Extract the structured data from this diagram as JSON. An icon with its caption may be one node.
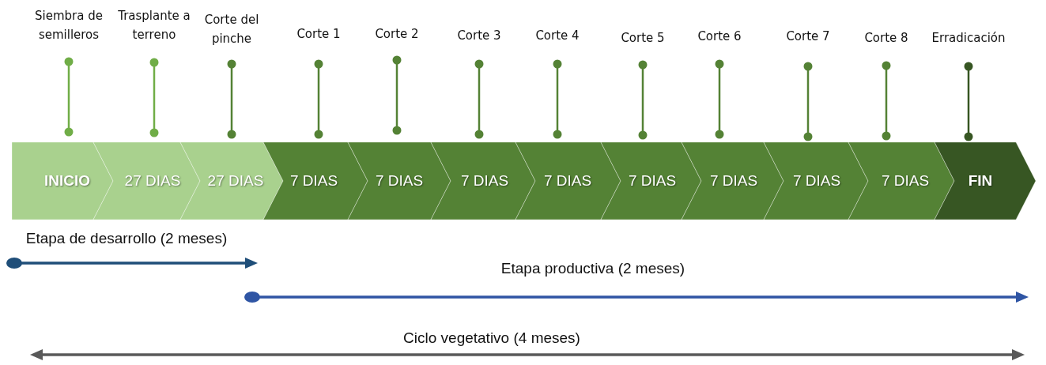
{
  "diagram": {
    "nodes": [
      {
        "text": [
          "INICIO"
        ]
      },
      {
        "text": [
          "27 DIAS"
        ]
      },
      {
        "text": [
          "27 DIAS"
        ]
      },
      {
        "text": [
          "7 DIAS"
        ]
      },
      {
        "text": [
          "7 DIAS"
        ]
      },
      {
        "text": [
          "7 DIAS"
        ]
      },
      {
        "text": [
          "7 DIAS"
        ]
      },
      {
        "text": [
          "7 DIAS"
        ]
      },
      {
        "text": [
          "7 DIAS"
        ]
      },
      {
        "text": [
          "7 DIAS"
        ]
      },
      {
        "text": [
          "7 DIAS"
        ]
      },
      {
        "text": [
          "FIN"
        ]
      }
    ],
    "labels": [
      "Siembra de semilleros",
      "Trasplante a terreno",
      "Corte del pinche",
      "Corte 1",
      "Corte 2",
      "Corte 3",
      "Corte 4",
      "Corte 5",
      "Corte 6",
      "Corte 7",
      "Corte 8",
      "Erradicación",
      "Etapa de desarrollo (2 meses)",
      "Etapa productiva (2 meses)",
      "Ciclo vegetativo (4 meses)"
    ]
  }
}
